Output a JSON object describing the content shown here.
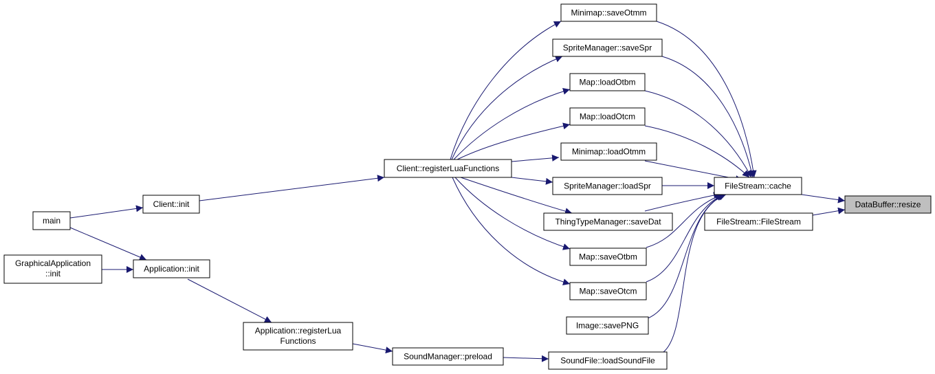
{
  "colors": {
    "edge": "#191970",
    "node_border": "#000000",
    "focus_fill": "#bfbfbf",
    "background": "#ffffff"
  },
  "nodes": {
    "resize": [
      "DataBuffer::resize"
    ],
    "cache": [
      "FileStream::cache"
    ],
    "filestream": [
      "FileStream::FileStream"
    ],
    "saveOtmm": [
      "Minimap::saveOtmm"
    ],
    "saveSpr": [
      "SpriteManager::saveSpr"
    ],
    "loadOtbm": [
      "Map::loadOtbm"
    ],
    "loadOtcm": [
      "Map::loadOtcm"
    ],
    "loadOtmm": [
      "Minimap::loadOtmm"
    ],
    "loadSpr": [
      "SpriteManager::loadSpr"
    ],
    "saveDat": [
      "ThingTypeManager::saveDat"
    ],
    "saveOtbm": [
      "Map::saveOtbm"
    ],
    "saveOtcm": [
      "Map::saveOtcm"
    ],
    "savePNG": [
      "Image::savePNG"
    ],
    "loadSoundFile": [
      "SoundFile::loadSoundFile"
    ],
    "registerLuaFunctions": [
      "Client::registerLuaFunctions"
    ],
    "clientInit": [
      "Client::init"
    ],
    "main": [
      "main"
    ],
    "appInit": [
      "Application::init"
    ],
    "gfxInit": [
      "GraphicalApplication",
      "::init"
    ],
    "appRegLua": [
      "Application::registerLua",
      "Functions"
    ],
    "preload": [
      "SoundManager::preload"
    ]
  }
}
